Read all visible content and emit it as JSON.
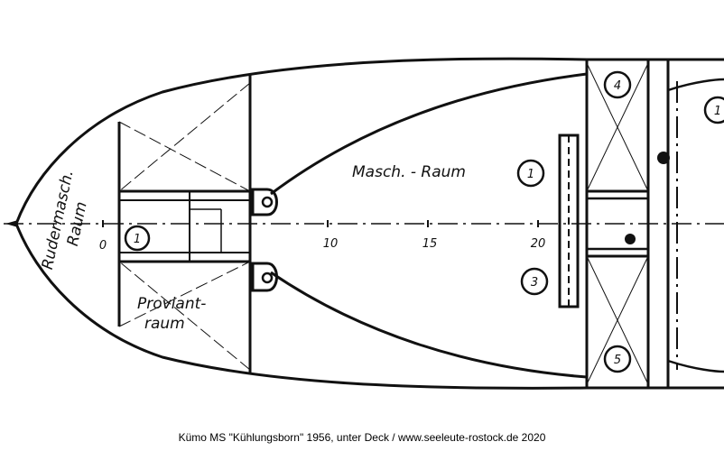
{
  "labels": {
    "rudder_room": "Rudermasch. Raum",
    "rudder_room_line1": "Rudermasch.",
    "rudder_room_line2": "Raum",
    "engine_room": "Masch. - Raum",
    "provision_room_line1": "Proviant-",
    "provision_room_line2": "raum"
  },
  "frame_numbers": [
    "0",
    "10",
    "15",
    "20"
  ],
  "markers": [
    "1",
    "1",
    "3",
    "4",
    "5",
    "1"
  ],
  "caption": "Kümo MS \"Kühlungsborn\" 1956, unter Deck / www.seeleute-rostock.de 2020"
}
